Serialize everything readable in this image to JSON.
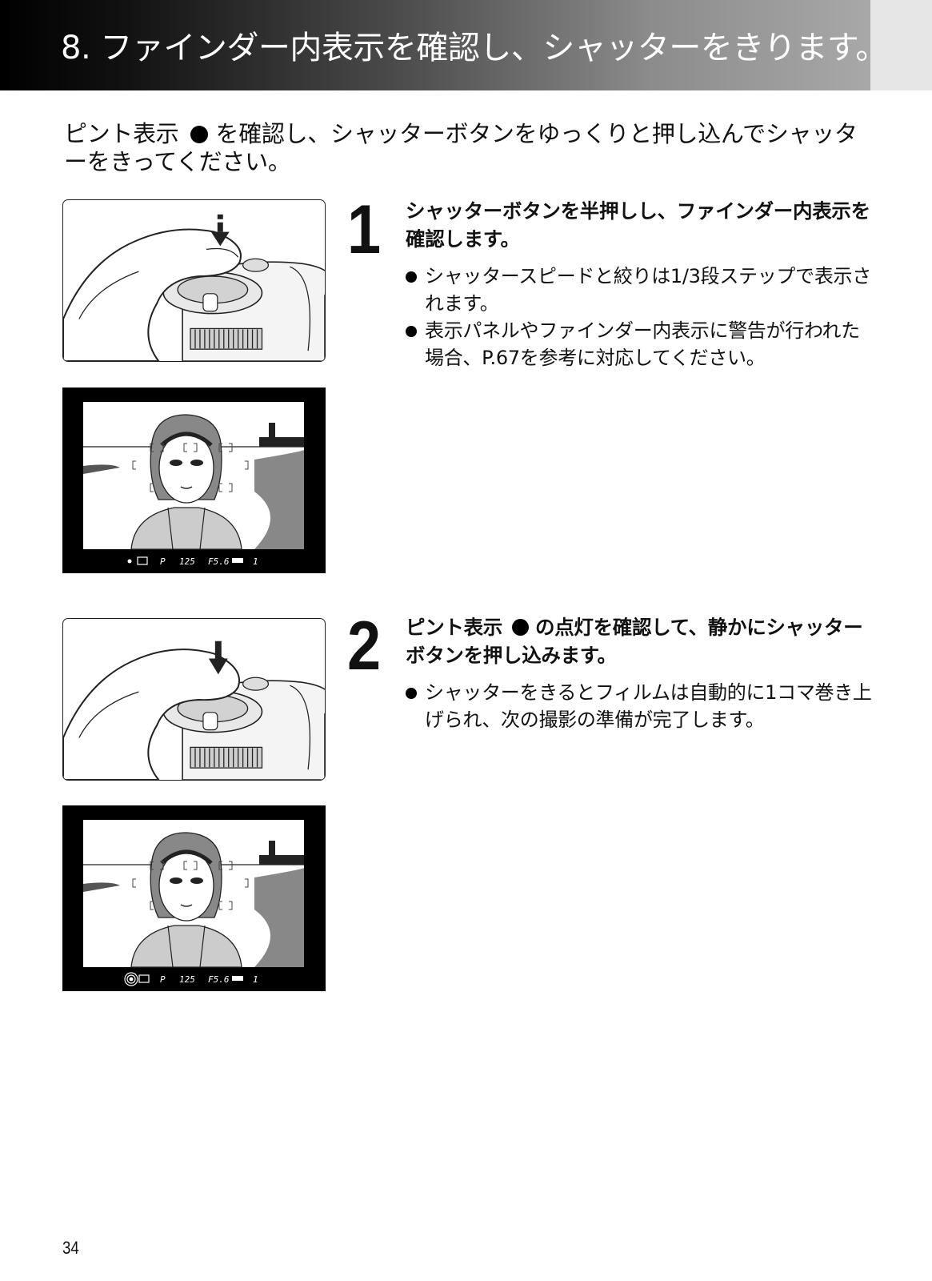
{
  "header": {
    "title": "8. ファインダー内表示を確認し、シャッターをきります。"
  },
  "intro": {
    "before": "ピント表示",
    "after": "を確認し、シャッターボタンをゆっくりと押し込んでシャッターをきってください。"
  },
  "steps": [
    {
      "number": "1",
      "heading": "シャッターボタンを半押しし、ファインダー内表示を確認します。",
      "bullets": [
        "シャッタースピードと絞りは1/3段ステップで表示されます。",
        "表示パネルやファインダー内表示に警告が行われた場合、P.67を参考に対応してください。"
      ]
    },
    {
      "number": "2",
      "heading_before": "ピント表示",
      "heading_after": "の点灯を確認して、静かにシャッターボタンを押し込みます。",
      "bullets": [
        "シャッターをきるとフィルムは自動的に1コマ巻き上げられ、次の撮影の準備が完了します。"
      ]
    }
  ],
  "viewfinder": {
    "mode": "P",
    "shutter": "125",
    "aperture": "F5.6",
    "frame": "1"
  },
  "page_number": "34"
}
